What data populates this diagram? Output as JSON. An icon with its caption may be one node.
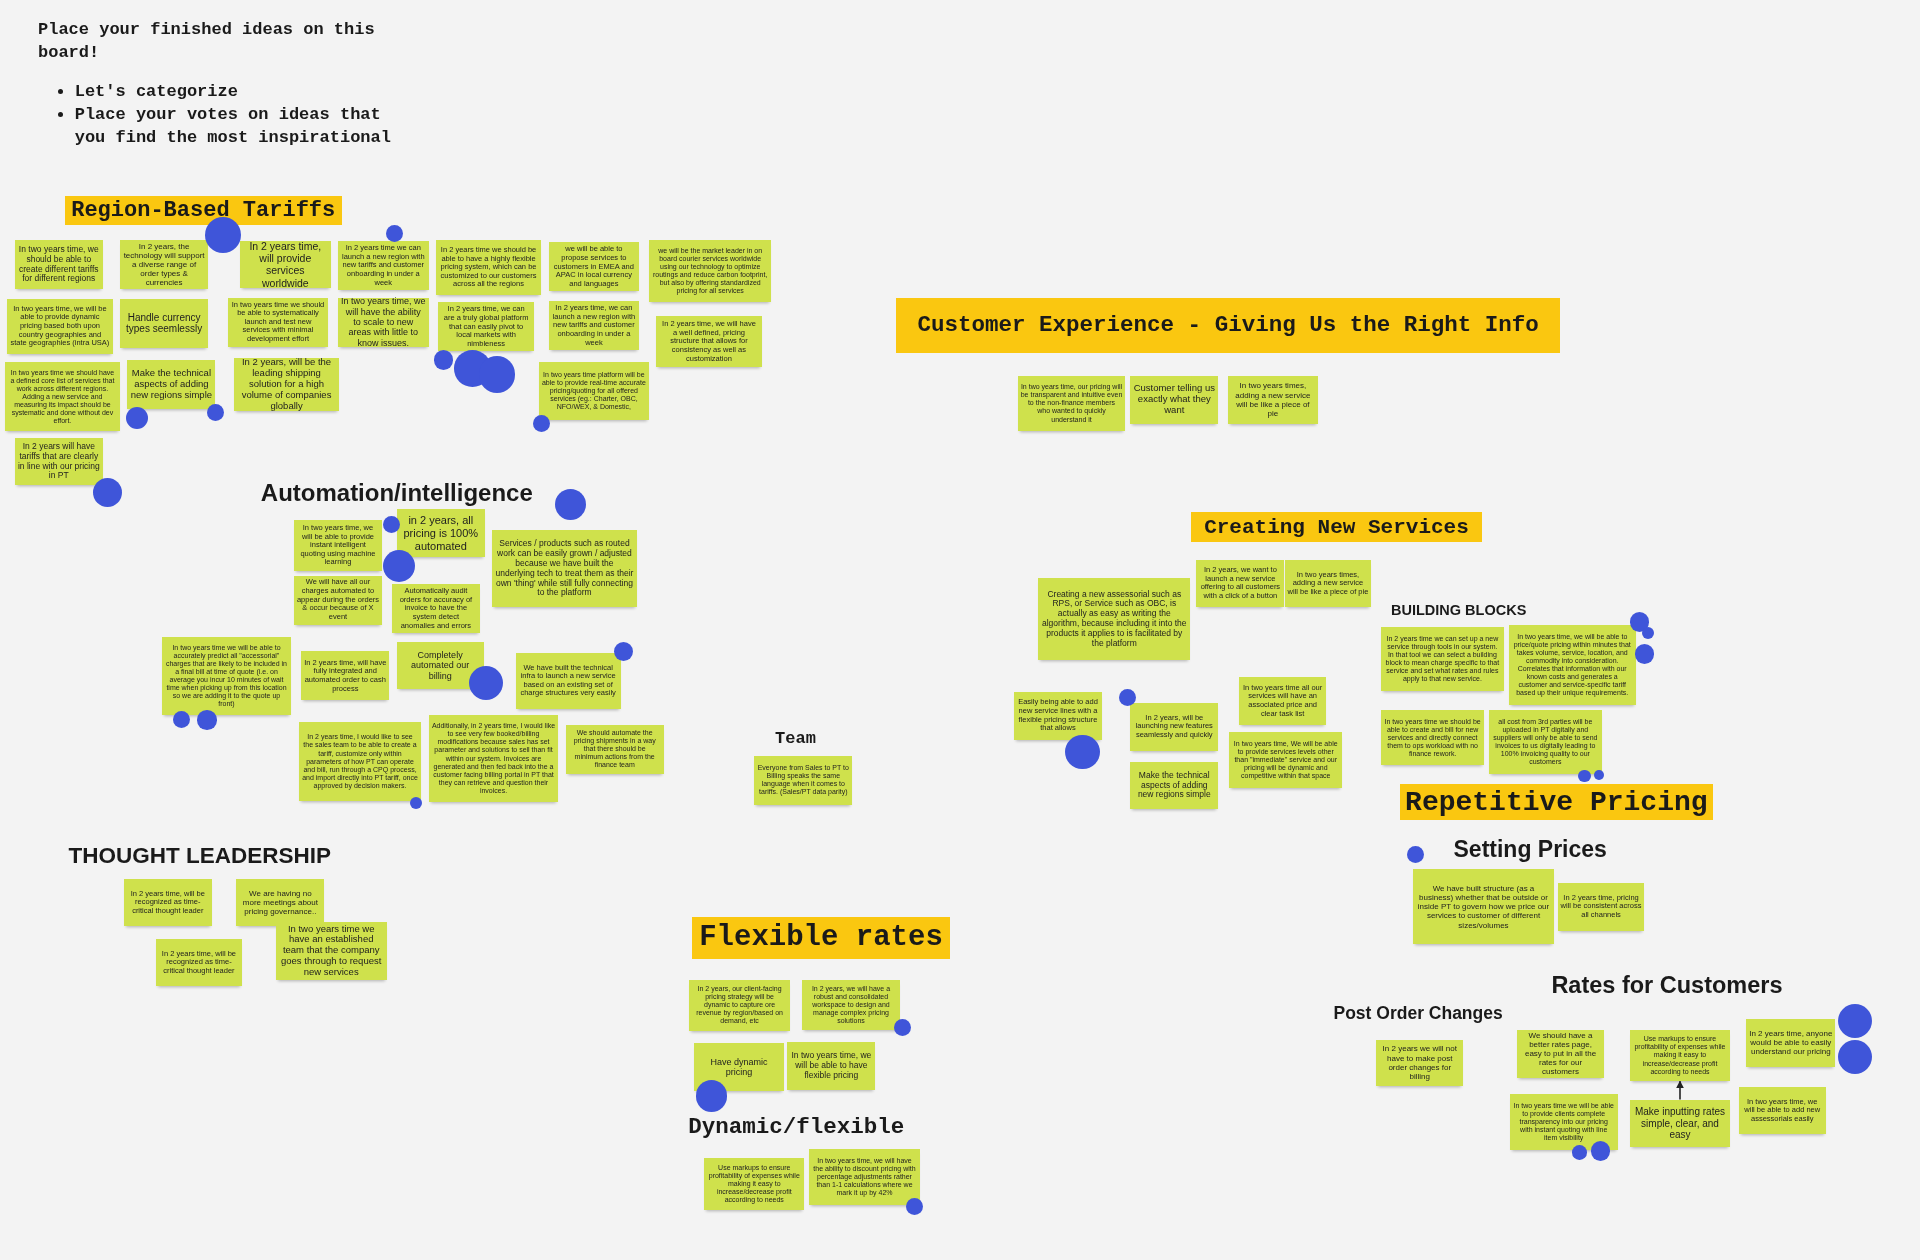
{
  "diagram": {
    "nodes": [
      {
        "text": [
          "Region-Based Tariffs"
        ]
      },
      {
        "text": [
          "In two years time, we should be able to create different tariffs for different regions"
        ]
      },
      {
        "text": [
          "In 2 years, the technology will support a diverse range of order types & currencies"
        ]
      },
      {
        "text": [
          "In 2 years time, will provide services worldwide"
        ]
      },
      {
        "text": [
          "In 2 years time we can launch a new region with new tariffs and customer onboarding in under a week"
        ]
      },
      {
        "text": [
          "In 2 years time we should be able to have a highly flexible pricing system, which can be customized to our customers across all the regions"
        ]
      },
      {
        "text": [
          "we will be able to propose services to customers in EMEA and APAC in local currency and languages"
        ]
      },
      {
        "text": [
          "we will be the market leader in on board courier services worldwide using our technology to optimize routings and reduce carbon footprint, but also by offering standardized pricing for all services"
        ]
      },
      {
        "text": [
          "In two years time, we will be able to provide dynamic pricing based both upon country geographies and state geographies (intra USA)"
        ]
      },
      {
        "text": [
          "Handle currency types seemlessly"
        ]
      },
      {
        "text": [
          "In two years time we should be able to systematically launch and test new services with minimal development effort"
        ]
      },
      {
        "text": [
          "In two years time, we will have the ability to scale to new areas with little to know issues."
        ]
      },
      {
        "text": [
          "In 2 years time, we can are a truly global platform that can easily pivot to local markets with nimbleness"
        ]
      },
      {
        "text": [
          "In 2 years time, we can launch a new region with new tariffs and customer onboarding in under a week"
        ]
      },
      {
        "text": [
          "In 2 years time, we will have a well defined, pricing structure that allows for consistency as well as customization"
        ]
      },
      {
        "text": [
          "In two years time we should have a defined core list of services that work across different regions. Adding a new service and measuring its impact should be systematic and done without dev effort."
        ]
      },
      {
        "text": [
          "Make the technical aspects of adding new regions simple"
        ]
      },
      {
        "text": [
          "In 2 years, will be the leading shipping solution for a high volume of companies globally"
        ]
      },
      {
        "text": [
          "In two years time platform will be able to provide real-time accurate pricing/quoting for all offered services (eg.: Charter, OBC, NFO/WEX, & Domestic,"
        ]
      },
      {
        "text": [
          "In 2 years will have tariffs that are clearly in line with our pricing in PT"
        ]
      },
      {
        "text": [
          "Customer Experience - Giving Us the Right Info"
        ]
      },
      {
        "text": [
          "In two years time, our pricing will be transparent and intuitive even to the non-finance members who wanted to quickly understand it"
        ]
      },
      {
        "text": [
          "Customer telling us exactly what they want"
        ]
      },
      {
        "text": [
          "In two years times, adding a new service will be like a piece of pie"
        ]
      },
      {
        "text": [
          "In two years time, we will be able to provide instant intelligent quoting using machine learning"
        ]
      },
      {
        "text": [
          "in 2 years, all pricing is 100% automated"
        ]
      },
      {
        "text": [
          "Services / products such as routed work can be easily grown / adjusted because we have built the underlying tech to treat them as their own 'thing' while still fully connecting to the platform"
        ]
      },
      {
        "text": [
          "We will have all our charges automated to appear during the orders & occur because of X event"
        ]
      },
      {
        "text": [
          "Automatically audit orders for accuracy of invoice to have the system detect anomalies and errors"
        ]
      },
      {
        "text": [
          "In two years time we will be able to accurately predict all \"accessorial\" charges that are likely to be included in a final bill at time of quote (i.e. on average you incur 10 minutes of wait time when picking up from this location so we are adding it to the quote up front)"
        ]
      },
      {
        "text": [
          "In 2 years time, will have fully integrated and automated order to cash process"
        ]
      },
      {
        "text": [
          "Completely automated our billing"
        ]
      },
      {
        "text": [
          "We have built the technical infra to launch a new service based on an existing set of charge structures very easily"
        ]
      },
      {
        "text": [
          "In 2 years time, I would like to see the sales team to be able to create a tariff, customize only within parameters of how PT can operate and bill, run through a CPQ process, and import directly into PT tariff, once approved by decision makers."
        ]
      },
      {
        "text": [
          "Additionally, in 2 years time, I would like to see very few booked/billing modifications because sales has set parameter and solutions to sell than fit within our system. Invoices are generated and then fed back into the a customer facing billing portal in PT that they can retrieve and question their invoices."
        ]
      },
      {
        "text": [
          "We should automate the pricing shipments in a way that there should be minimum actions from the finance team"
        ]
      },
      {
        "text": [
          "Creating New Services"
        ]
      },
      {
        "text": [
          "In 2 years, we want to launch a new service offering to all customers with a click of a button"
        ]
      },
      {
        "text": [
          "In two years times, adding a new service will be like a piece of pie"
        ]
      },
      {
        "text": [
          "Creating a new assessorial such as RPS, or Service such as OBC, is actually as easy as writing the algorithm, because including it into the products it applies to is facilitated by the platform"
        ]
      },
      {
        "text": [
          "Easily being able to add new service lines with a flexible pricing structure that allows"
        ]
      },
      {
        "text": [
          "In two years time all our services will have an associated price and clear task list"
        ]
      },
      {
        "text": [
          "In 2 years, will be launching new features seamlessly and quickly"
        ]
      },
      {
        "text": [
          "In two years time, We will be able to provide services levels other than \"immediate\" service and our pricing will be dynamic and competitive within that space"
        ]
      },
      {
        "text": [
          "Make the technical aspects of adding new regions simple"
        ]
      },
      {
        "text": [
          "In 2 years time we can set up a new service through tools in our system. In that tool we can select a building block to mean charge specific to that service and set what rates and rules apply to that new service."
        ]
      },
      {
        "text": [
          "In two years time, we will be able to price/quote pricing within minutes that takes volume, service, location, and commodity into consideration. Correlates that information with our known costs and generates a customer and service-specific tariff based up their unique requirements."
        ]
      },
      {
        "text": [
          "In two years time we should be able to create and bill for new services and directly connect them to ops workload with no finance rework."
        ]
      },
      {
        "text": [
          "all cost from 3rd parties will be uploaded in PT digitally and suppliers will only be able to send invoices to us digitally leading to 100% invoicing quality to our customers"
        ]
      },
      {
        "text": [
          "Repetitive Pricing"
        ]
      },
      {
        "text": [
          "We have built structure (as a business) whether that be outside or inside PT to govern how we price our services to customer of different sizes/volumes"
        ]
      },
      {
        "text": [
          "In 2 years time, pricing will be consistent across all channels"
        ]
      },
      {
        "text": [
          "Everyone from Sales to PT to Billing speaks the same language when it comes to tariffs. (Sales/PT data parity)"
        ]
      },
      {
        "text": [
          "In 2 years time, will be recognized as time-critical thought leader"
        ]
      },
      {
        "text": [
          "We are having no more meetings about pricing governance.."
        ]
      },
      {
        "text": [
          "In two years time we have an established team that the company goes through to request new services"
        ]
      },
      {
        "text": [
          "In 2 years time, will be recognized as time-critical thought leader"
        ]
      },
      {
        "text": [
          "Flexible rates"
        ]
      },
      {
        "text": [
          "In 2 years, our client-facing pricing strategy will be dynamic to capture ore revenue by region/based on demand, etc"
        ]
      },
      {
        "text": [
          "In 2 years, we will have a robust and consolidated workspace to design and manage complex pricing solutions"
        ]
      },
      {
        "text": [
          "Have dynamic pricing"
        ]
      },
      {
        "text": [
          "In two years time, we will be able to have flexible pricing"
        ]
      },
      {
        "text": [
          "Use markups to ensure profitability of expenses while making it easy to increase/decrease profit according to needs"
        ]
      },
      {
        "text": [
          "In two years time, we will have the ability to discount pricing with percentage adjustments rather than 1-1 calculations where we mark it up by 42%"
        ]
      },
      {
        "text": [
          "In 2 years we will not have to make post order changes for billing"
        ]
      },
      {
        "text": [
          "In 2 years time, anyone would be able to easily understand our pricing"
        ]
      },
      {
        "text": [
          "We should have a better rates page, easy to put in all the rates for our customers"
        ]
      },
      {
        "text": [
          "Use markups to ensure profitability of expenses while making it easy to increase/decrease profit according to needs"
        ]
      },
      {
        "text": [
          "In two years time, we will be able to add new assessorials easily"
        ]
      },
      {
        "text": [
          "In two years time we will be able to provide clients complete transparency into our pricing with instant quoting with line item visibility"
        ]
      },
      {
        "text": [
          "Make inputting rates simple, clear, and easy"
        ]
      }
    ],
    "edges": [
      {
        "from": 70,
        "to": 67,
        "arrow": "to"
      }
    ],
    "labels": [
      "Place your finished ideas on this board!",
      "Let's categorize",
      "Place your votes on ideas that you find the most inspirational",
      "Automation/intelligence",
      "Team",
      "BUILDING BLOCKS",
      "Setting Prices",
      "THOUGHT LEADERSHIP",
      "Dynamic/flexible",
      "Rates for Customers",
      "Post Order Changes"
    ]
  }
}
